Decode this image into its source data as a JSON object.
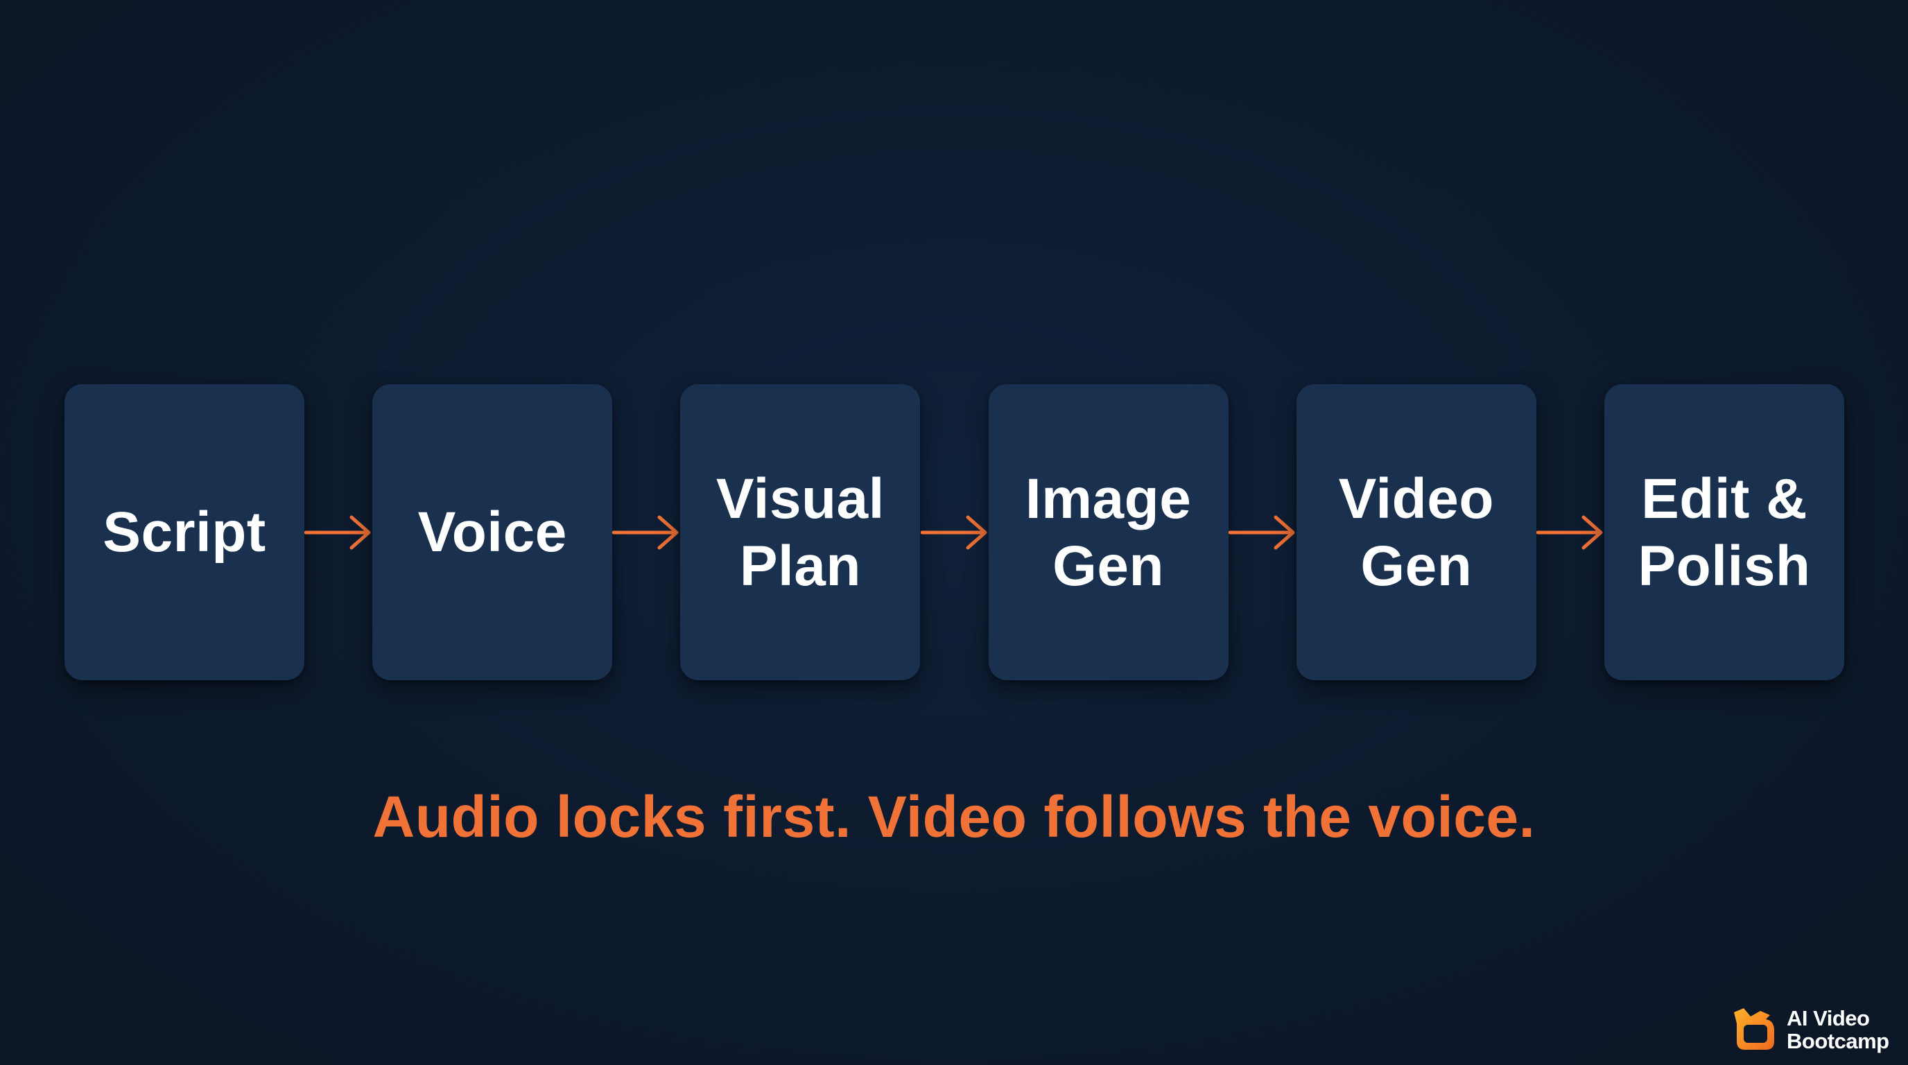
{
  "diagram": {
    "steps": [
      {
        "label": "Script"
      },
      {
        "label": "Voice"
      },
      {
        "label": "Visual\nPlan"
      },
      {
        "label": "Image\nGen"
      },
      {
        "label": "Video\nGen"
      },
      {
        "label": "Edit &\nPolish"
      }
    ],
    "connector_icon": "arrow-right-icon",
    "tagline": "Audio locks first. Video follows the voice."
  },
  "brand": {
    "logo_icon": "ai-video-bootcamp-logo-icon",
    "name": "AI Video\nBootcamp"
  },
  "colors": {
    "background": "#0e1b2e",
    "box": "#19304f",
    "box_text": "#ffffff",
    "accent": "#f07237"
  }
}
